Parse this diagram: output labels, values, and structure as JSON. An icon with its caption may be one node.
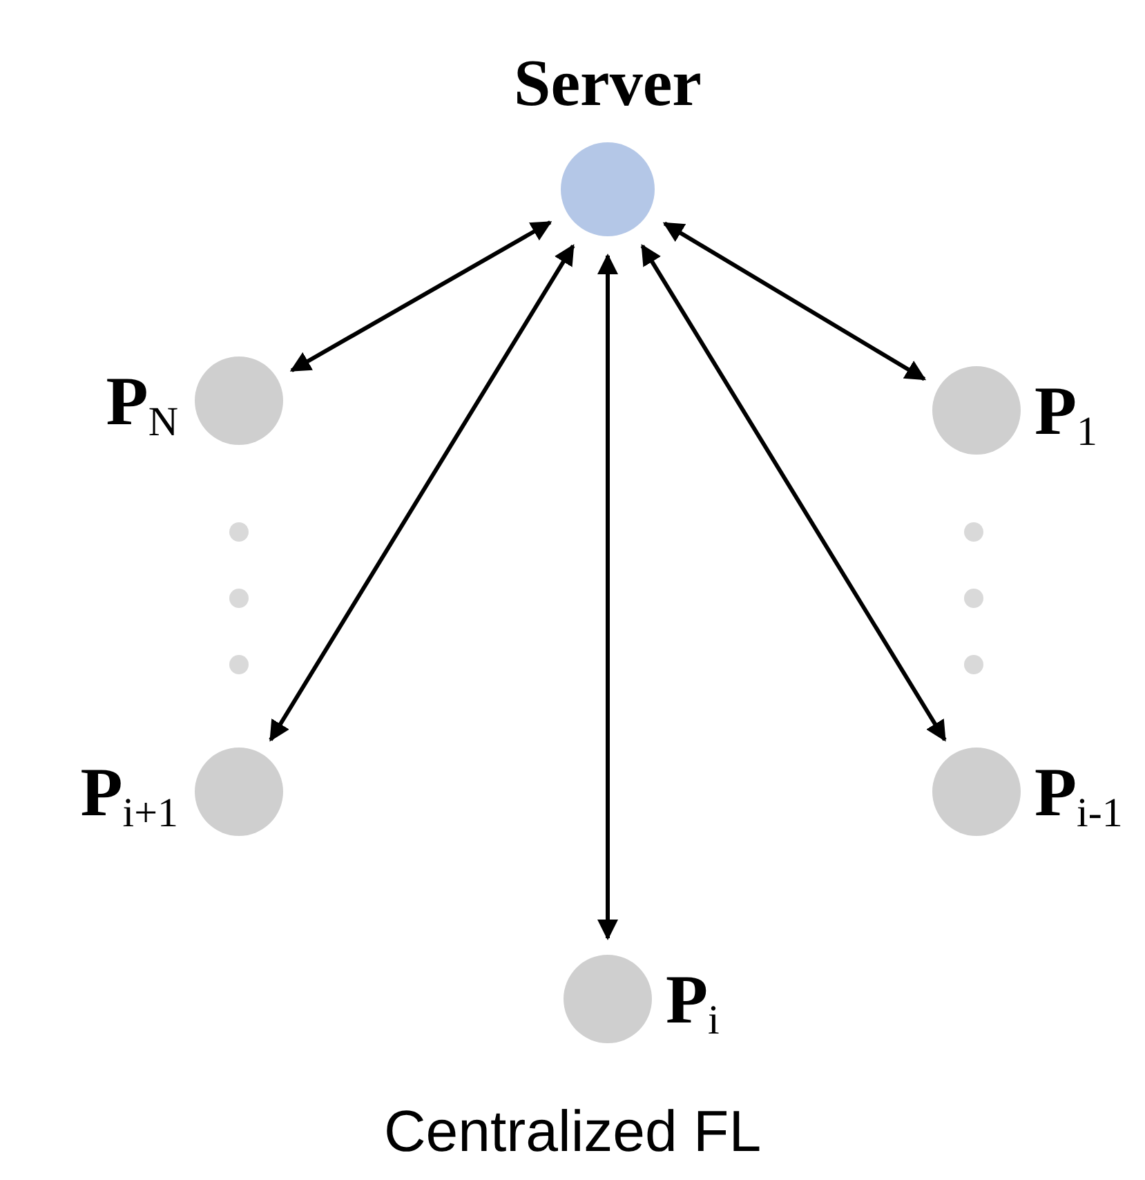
{
  "diagram": {
    "caption": "Centralized FL",
    "nodes": [
      {
        "text": [
          "Server"
        ]
      },
      {
        "text": [
          "**P**$_{N}$"
        ]
      },
      {
        "text": [
          "**P**$_{1}$"
        ]
      },
      {
        "text": [
          "**P**$_{i+1}$"
        ]
      },
      {
        "text": [
          "**P**$_{i-1}$"
        ]
      },
      {
        "text": [
          "**P**$_{i}$"
        ]
      }
    ],
    "edges": [
      {
        "from": 0,
        "to": 1,
        "arrow": "both"
      },
      {
        "from": 0,
        "to": 3,
        "arrow": "both"
      },
      {
        "from": 0,
        "to": 5,
        "arrow": "both"
      },
      {
        "from": 0,
        "to": 4,
        "arrow": "both"
      },
      {
        "from": 0,
        "to": 2,
        "arrow": "both"
      }
    ]
  }
}
